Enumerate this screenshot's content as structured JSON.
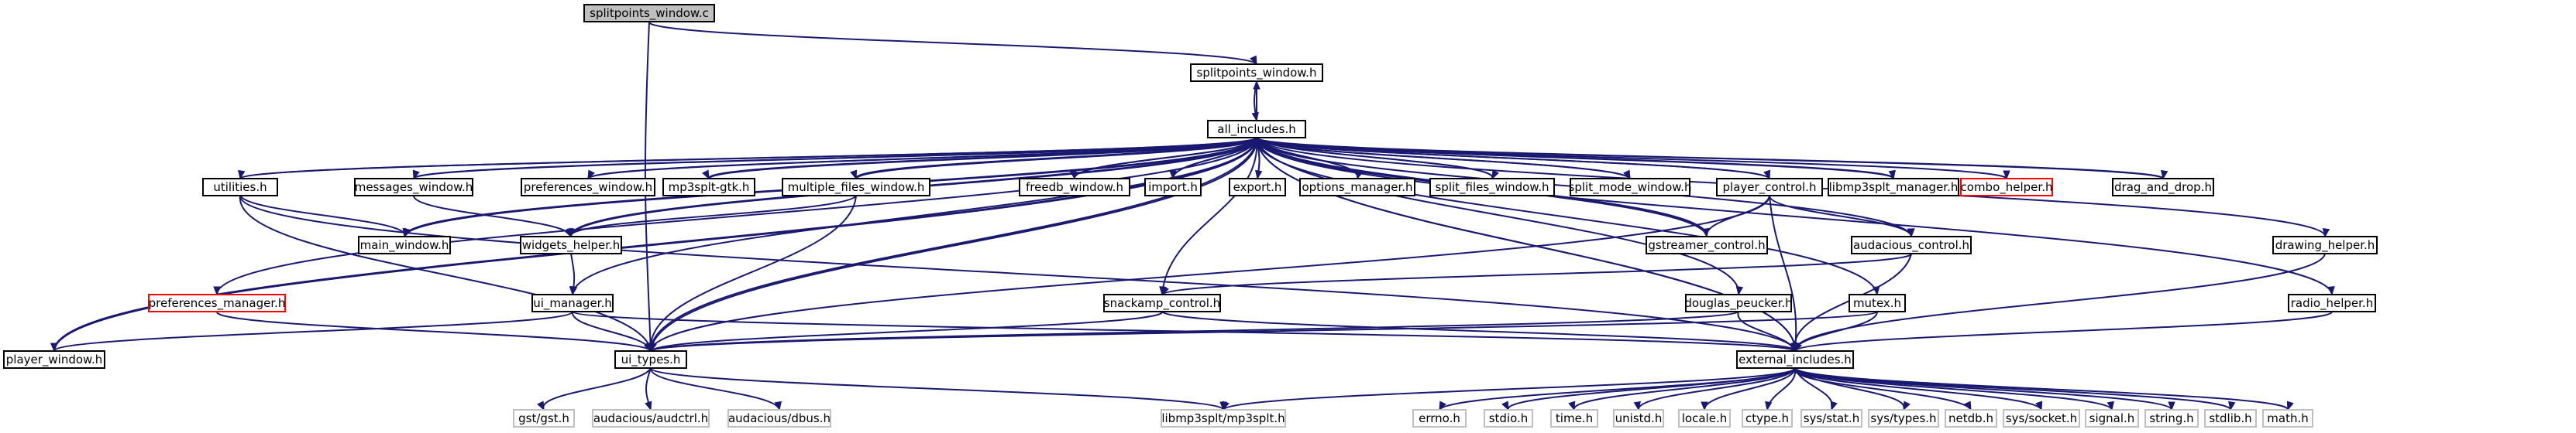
{
  "nodes": [
    {
      "id": "splitpoints_window_c",
      "label": "splitpoints_window.c",
      "style": "root"
    },
    {
      "id": "splitpoints_window_h",
      "label": "splitpoints_window.h",
      "style": "normal"
    },
    {
      "id": "all_includes_h",
      "label": "all_includes.h",
      "style": "normal"
    },
    {
      "id": "utilities_h",
      "label": "utilities.h",
      "style": "normal"
    },
    {
      "id": "messages_window_h",
      "label": "messages_window.h",
      "style": "normal"
    },
    {
      "id": "preferences_window_h",
      "label": "preferences_window.h",
      "style": "normal"
    },
    {
      "id": "mp3splt_gtk_h",
      "label": "mp3splt-gtk.h",
      "style": "normal"
    },
    {
      "id": "multiple_files_window_h",
      "label": "multiple_files_window.h",
      "style": "normal"
    },
    {
      "id": "freedb_window_h",
      "label": "freedb_window.h",
      "style": "normal"
    },
    {
      "id": "import_h",
      "label": "import.h",
      "style": "normal"
    },
    {
      "id": "export_h",
      "label": "export.h",
      "style": "normal"
    },
    {
      "id": "options_manager_h",
      "label": "options_manager.h",
      "style": "normal"
    },
    {
      "id": "split_files_window_h",
      "label": "split_files_window.h",
      "style": "normal"
    },
    {
      "id": "split_mode_window_h",
      "label": "split_mode_window.h",
      "style": "normal"
    },
    {
      "id": "player_control_h",
      "label": "player_control.h",
      "style": "normal"
    },
    {
      "id": "libmp3splt_manager_h",
      "label": "libmp3splt_manager.h",
      "style": "normal"
    },
    {
      "id": "combo_helper_h",
      "label": "combo_helper.h",
      "style": "red"
    },
    {
      "id": "drag_and_drop_h",
      "label": "drag_and_drop.h",
      "style": "normal"
    },
    {
      "id": "drawing_helper_h",
      "label": "drawing_helper.h",
      "style": "normal"
    },
    {
      "id": "main_window_h",
      "label": "main_window.h",
      "style": "normal"
    },
    {
      "id": "widgets_helper_h",
      "label": "widgets_helper.h",
      "style": "normal"
    },
    {
      "id": "gstreamer_control_h",
      "label": "gstreamer_control.h",
      "style": "normal"
    },
    {
      "id": "audacious_control_h",
      "label": "audacious_control.h",
      "style": "normal"
    },
    {
      "id": "preferences_manager_h",
      "label": "preferences_manager.h",
      "style": "red"
    },
    {
      "id": "ui_manager_h",
      "label": "ui_manager.h",
      "style": "normal"
    },
    {
      "id": "snackamp_control_h",
      "label": "snackamp_control.h",
      "style": "normal"
    },
    {
      "id": "douglas_peucker_h",
      "label": "douglas_peucker.h",
      "style": "normal"
    },
    {
      "id": "mutex_h",
      "label": "mutex.h",
      "style": "normal"
    },
    {
      "id": "radio_helper_h",
      "label": "radio_helper.h",
      "style": "normal"
    },
    {
      "id": "player_window_h",
      "label": "player_window.h",
      "style": "normal"
    },
    {
      "id": "ui_types_h",
      "label": "ui_types.h",
      "style": "normal"
    },
    {
      "id": "external_includes_h",
      "label": "external_includes.h",
      "style": "normal"
    },
    {
      "id": "gst_gst_h",
      "label": "gst/gst.h",
      "style": "gray"
    },
    {
      "id": "audacious_audctrl_h",
      "label": "audacious/audctrl.h",
      "style": "gray"
    },
    {
      "id": "audacious_dbus_h",
      "label": "audacious/dbus.h",
      "style": "gray"
    },
    {
      "id": "libmp3splt_mp3splt_h",
      "label": "libmp3splt/mp3splt.h",
      "style": "gray"
    },
    {
      "id": "errno_h",
      "label": "errno.h",
      "style": "gray"
    },
    {
      "id": "stdio_h",
      "label": "stdio.h",
      "style": "gray"
    },
    {
      "id": "time_h",
      "label": "time.h",
      "style": "gray"
    },
    {
      "id": "unistd_h",
      "label": "unistd.h",
      "style": "gray"
    },
    {
      "id": "locale_h",
      "label": "locale.h",
      "style": "gray"
    },
    {
      "id": "ctype_h",
      "label": "ctype.h",
      "style": "gray"
    },
    {
      "id": "sys_stat_h",
      "label": "sys/stat.h",
      "style": "gray"
    },
    {
      "id": "sys_types_h",
      "label": "sys/types.h",
      "style": "gray"
    },
    {
      "id": "netdb_h",
      "label": "netdb.h",
      "style": "gray"
    },
    {
      "id": "sys_socket_h",
      "label": "sys/socket.h",
      "style": "gray"
    },
    {
      "id": "signal_h",
      "label": "signal.h",
      "style": "gray"
    },
    {
      "id": "string_h",
      "label": "string.h",
      "style": "gray"
    },
    {
      "id": "stdlib_h",
      "label": "stdlib.h",
      "style": "gray"
    },
    {
      "id": "math_h",
      "label": "math.h",
      "style": "gray"
    }
  ],
  "edges": [
    [
      "splitpoints_window_c",
      "splitpoints_window_h"
    ],
    [
      "splitpoints_window_c",
      "ui_types_h"
    ],
    [
      "splitpoints_window_h",
      "all_includes_h"
    ],
    [
      "all_includes_h",
      "splitpoints_window_h"
    ],
    [
      "all_includes_h",
      "utilities_h"
    ],
    [
      "all_includes_h",
      "messages_window_h"
    ],
    [
      "all_includes_h",
      "preferences_window_h"
    ],
    [
      "all_includes_h",
      "mp3splt_gtk_h"
    ],
    [
      "all_includes_h",
      "multiple_files_window_h"
    ],
    [
      "all_includes_h",
      "freedb_window_h"
    ],
    [
      "all_includes_h",
      "import_h"
    ],
    [
      "all_includes_h",
      "export_h"
    ],
    [
      "all_includes_h",
      "options_manager_h"
    ],
    [
      "all_includes_h",
      "split_files_window_h"
    ],
    [
      "all_includes_h",
      "split_mode_window_h"
    ],
    [
      "all_includes_h",
      "player_control_h"
    ],
    [
      "all_includes_h",
      "libmp3splt_manager_h"
    ],
    [
      "all_includes_h",
      "combo_helper_h"
    ],
    [
      "all_includes_h",
      "drag_and_drop_h"
    ],
    [
      "all_includes_h",
      "drawing_helper_h"
    ],
    [
      "all_includes_h",
      "main_window_h"
    ],
    [
      "all_includes_h",
      "widgets_helper_h"
    ],
    [
      "all_includes_h",
      "gstreamer_control_h"
    ],
    [
      "all_includes_h",
      "audacious_control_h"
    ],
    [
      "all_includes_h",
      "preferences_manager_h"
    ],
    [
      "all_includes_h",
      "ui_manager_h"
    ],
    [
      "all_includes_h",
      "snackamp_control_h"
    ],
    [
      "all_includes_h",
      "douglas_peucker_h"
    ],
    [
      "all_includes_h",
      "mutex_h"
    ],
    [
      "all_includes_h",
      "radio_helper_h"
    ],
    [
      "all_includes_h",
      "player_window_h"
    ],
    [
      "all_includes_h",
      "ui_types_h"
    ],
    [
      "all_includes_h",
      "external_includes_h"
    ],
    [
      "utilities_h",
      "all_includes_h"
    ],
    [
      "utilities_h",
      "main_window_h"
    ],
    [
      "utilities_h",
      "ui_types_h"
    ],
    [
      "utilities_h",
      "external_includes_h"
    ],
    [
      "messages_window_h",
      "all_includes_h"
    ],
    [
      "messages_window_h",
      "widgets_helper_h"
    ],
    [
      "preferences_window_h",
      "all_includes_h"
    ],
    [
      "mp3splt_gtk_h",
      "all_includes_h"
    ],
    [
      "multiple_files_window_h",
      "all_includes_h"
    ],
    [
      "multiple_files_window_h",
      "widgets_helper_h"
    ],
    [
      "multiple_files_window_h",
      "ui_types_h"
    ],
    [
      "freedb_window_h",
      "all_includes_h"
    ],
    [
      "import_h",
      "all_includes_h"
    ],
    [
      "export_h",
      "all_includes_h"
    ],
    [
      "options_manager_h",
      "all_includes_h"
    ],
    [
      "split_files_window_h",
      "all_includes_h"
    ],
    [
      "split_mode_window_h",
      "all_includes_h"
    ],
    [
      "player_control_h",
      "all_includes_h"
    ],
    [
      "player_control_h",
      "gstreamer_control_h"
    ],
    [
      "player_control_h",
      "audacious_control_h"
    ],
    [
      "player_control_h",
      "ui_types_h"
    ],
    [
      "player_control_h",
      "external_includes_h"
    ],
    [
      "libmp3splt_manager_h",
      "all_includes_h"
    ],
    [
      "drag_and_drop_h",
      "all_includes_h"
    ],
    [
      "drawing_helper_h",
      "external_includes_h"
    ],
    [
      "main_window_h",
      "all_includes_h"
    ],
    [
      "widgets_helper_h",
      "all_includes_h"
    ],
    [
      "widgets_helper_h",
      "ui_manager_h"
    ],
    [
      "gstreamer_control_h",
      "all_includes_h"
    ],
    [
      "audacious_control_h",
      "snackamp_control_h"
    ],
    [
      "audacious_control_h",
      "external_includes_h"
    ],
    [
      "preferences_manager_h",
      "ui_types_h"
    ],
    [
      "ui_manager_h",
      "ui_types_h"
    ],
    [
      "ui_manager_h",
      "player_window_h"
    ],
    [
      "ui_manager_h",
      "external_includes_h"
    ],
    [
      "snackamp_control_h",
      "ui_types_h"
    ],
    [
      "snackamp_control_h",
      "external_includes_h"
    ],
    [
      "douglas_peucker_h",
      "ui_types_h"
    ],
    [
      "douglas_peucker_h",
      "external_includes_h"
    ],
    [
      "mutex_h",
      "ui_types_h"
    ],
    [
      "mutex_h",
      "external_includes_h"
    ],
    [
      "radio_helper_h",
      "external_includes_h"
    ],
    [
      "player_window_h",
      "all_includes_h"
    ],
    [
      "ui_types_h",
      "all_includes_h"
    ],
    [
      "ui_types_h",
      "gst_gst_h"
    ],
    [
      "ui_types_h",
      "audacious_audctrl_h"
    ],
    [
      "ui_types_h",
      "audacious_dbus_h"
    ],
    [
      "ui_types_h",
      "libmp3splt_mp3splt_h"
    ],
    [
      "external_includes_h",
      "all_includes_h"
    ],
    [
      "external_includes_h",
      "libmp3splt_mp3splt_h"
    ],
    [
      "external_includes_h",
      "errno_h"
    ],
    [
      "external_includes_h",
      "stdio_h"
    ],
    [
      "external_includes_h",
      "time_h"
    ],
    [
      "external_includes_h",
      "unistd_h"
    ],
    [
      "external_includes_h",
      "locale_h"
    ],
    [
      "external_includes_h",
      "ctype_h"
    ],
    [
      "external_includes_h",
      "sys_stat_h"
    ],
    [
      "external_includes_h",
      "sys_types_h"
    ],
    [
      "external_includes_h",
      "netdb_h"
    ],
    [
      "external_includes_h",
      "sys_socket_h"
    ],
    [
      "external_includes_h",
      "signal_h"
    ],
    [
      "external_includes_h",
      "string_h"
    ],
    [
      "external_includes_h",
      "stdlib_h"
    ],
    [
      "external_includes_h",
      "math_h"
    ]
  ],
  "colors": {
    "edge": "#191970",
    "box_border": "#000000",
    "root_fill": "#bfbfbf",
    "red_border": "#ff0000",
    "gray_border": "#bfbfbf",
    "gray_text": "#555555",
    "fill": "#ffffff"
  }
}
